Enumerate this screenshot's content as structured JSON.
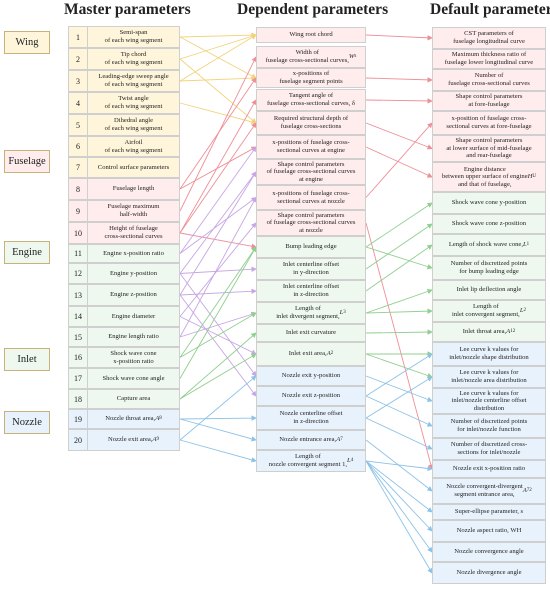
{
  "headers": {
    "master": "Master parameters",
    "dependent": "Dependent parameters",
    "default": "Default parameters"
  },
  "categories": [
    {
      "label": "Wing",
      "color": "#fff5da"
    },
    {
      "label": "Fuselage",
      "color": "#ffecec"
    },
    {
      "label": "Engine",
      "color": "#eef8ee"
    },
    {
      "label": "Inlet",
      "color": "#eef8ee"
    },
    {
      "label": "Nozzle",
      "color": "#e8f2fc"
    }
  ],
  "master_parameters": [
    {
      "num": "1",
      "label": "Semi-span\nof each wing segment"
    },
    {
      "num": "2",
      "label": "Tip chord\nof each wing segment"
    },
    {
      "num": "3",
      "label": "Leading-edge sweep angle\nof each wing segment"
    },
    {
      "num": "4",
      "label": "Twist angle\nof each wing segment"
    },
    {
      "num": "5",
      "label": "Dihedral angle\nof each wing segment"
    },
    {
      "num": "6",
      "label": "Airfoil\nof each wing segment"
    },
    {
      "num": "7",
      "label": "Control surface parameters"
    },
    {
      "num": "8",
      "label": "Fuselage length"
    },
    {
      "num": "9",
      "label": "Fuselage maximum\nhalf-width"
    },
    {
      "num": "10",
      "label": "Height of fuselage\ncross-sectional curves"
    },
    {
      "num": "11",
      "label": "Engine x-position ratio"
    },
    {
      "num": "12",
      "label": "Engine y-position"
    },
    {
      "num": "13",
      "label": "Engine z-position"
    },
    {
      "num": "14",
      "label": "Engine diameter"
    },
    {
      "num": "15",
      "label": "Engine length ratio"
    },
    {
      "num": "16",
      "label": "Shock wave cone\nx-position ratio"
    },
    {
      "num": "17",
      "label": "Shock wave cone angle"
    },
    {
      "num": "18",
      "label": "Capture area"
    },
    {
      "num": "19",
      "label": "Nozzle throat area, A8"
    },
    {
      "num": "20",
      "label": "Nozzle exit area, A9"
    }
  ],
  "dependent_parameters": [
    "Wing root chord",
    "Width of\nfuselage cross-sectional curves, Ws",
    "x-positions of\nfuselage segment points",
    "Tangent angle of\nfuselage cross-sectional curves, δ",
    "Required structural depth of\nfuselage cross-sections",
    "x-positions of fuselage cross-\nsectional curves at engine",
    "Shape control parameters\nof fuselage cross-sectional curves\nat engine",
    "x-positions of fuselage cross-\nsectional curves at nozzle",
    "Shape control parameters\nof fuselage cross-sectional curves\nat nozzle",
    "Bump leading edge",
    "Inlet centerline offset\nin y-direction",
    "Inlet centerline offset\nin z-direction",
    "Length of\ninlet divergent segment, L3",
    "Inlet exit curvature",
    "Inlet exit area, A2",
    "Nozzle exit y-position",
    "Nozzle exit z-position",
    "Nozzle centerline offset\nin z-direction",
    "Nozzle entrance area, A7",
    "Length of\nnozzle convergent segment 1, L4"
  ],
  "default_parameters": [
    "CST parameters of\nfuselage longitudinal curve",
    "Maximum thickness ratio of\nfuselage lower longitudinal curve",
    "Number of\nfuselage cross-sectional curves",
    "Shape control parameters\nat fore-fuselage",
    "x-position of fuselage cross-\nsectional curves at fore-fuselage",
    "Shape control parameters\nat lower surface of mid-fuselage\nand rear-fuselage",
    "Engine distance\nbetween upper surface of engine\nand that of fuselage, HU",
    "Shock wave cone y-position",
    "Shock wave cone z-position",
    "Length of shock wave cone, L1",
    "Number of discretized points\nfor bump leading edge",
    "Inlet lip deflection angle",
    "Length of\ninlet convergent segment, L2",
    "Inlet throat area, A12",
    "Lee curve k values for\ninlet/nozzle shape distribution",
    "Lee curve k values for\ninlet/nozzle area distribution",
    "Lee curve k values for\ninlet/nozzle centerline offset\ndistribution",
    "Number of discretized points\nfor inlet/nozzle function",
    "Number of discretized cross-\nsections for inlet/nozzle",
    "Nozzle exit x-position ratio",
    "Nozzle convergent-divergent\nsegment entrance area, A72",
    "Super-ellipse parameter, s",
    "Nozzle aspect ratio, WH",
    "Nozzle convergence angle",
    "Nozzle divergence angle"
  ],
  "colors": {
    "wing": "#fff5da",
    "fuselage": "#ffecec",
    "engine_inlet": "#eef8ee",
    "nozzle": "#e8f2fc",
    "link_wing": "#f2d27a",
    "link_fuselage": "#ee8f97",
    "link_engine": "#c6a6e4",
    "link_inlet": "#8fcf8f",
    "link_nozzle": "#8cc2e8"
  },
  "links": [
    {
      "from": "m1",
      "to": "d0",
      "group": "wing"
    },
    {
      "from": "m2",
      "to": "d0",
      "group": "wing"
    },
    {
      "from": "m3",
      "to": "d0",
      "group": "wing"
    },
    {
      "from": "m1",
      "to": "d2",
      "group": "wing"
    },
    {
      "from": "m3",
      "to": "d2",
      "group": "wing"
    },
    {
      "from": "m2",
      "to": "d4",
      "group": "wing"
    },
    {
      "from": "m4",
      "to": "d4",
      "group": "wing"
    },
    {
      "from": "m8",
      "to": "d2",
      "group": "fuselage"
    },
    {
      "from": "m8",
      "to": "d5",
      "group": "fuselage"
    },
    {
      "from": "m9",
      "to": "d1",
      "group": "fuselage"
    },
    {
      "from": "m10",
      "to": "d3",
      "group": "fuselage"
    },
    {
      "from": "m10",
      "to": "d4",
      "group": "fuselage"
    },
    {
      "from": "m10",
      "to": "d9",
      "group": "fuselage"
    },
    {
      "from": "m11",
      "to": "d5",
      "group": "engine"
    },
    {
      "from": "m11",
      "to": "d7",
      "group": "engine"
    },
    {
      "from": "m12",
      "to": "d6",
      "group": "engine"
    },
    {
      "from": "m12",
      "to": "d10",
      "group": "engine"
    },
    {
      "from": "m13",
      "to": "d6",
      "group": "engine"
    },
    {
      "from": "m13",
      "to": "d11",
      "group": "engine"
    },
    {
      "from": "m14",
      "to": "d8",
      "group": "engine"
    },
    {
      "from": "m14",
      "to": "d14",
      "group": "engine"
    },
    {
      "from": "m15",
      "to": "d7",
      "group": "engine"
    },
    {
      "from": "m15",
      "to": "d12",
      "group": "engine"
    },
    {
      "from": "m12",
      "to": "d15",
      "group": "engine"
    },
    {
      "from": "m13",
      "to": "d16",
      "group": "engine"
    },
    {
      "from": "m16",
      "to": "d9",
      "group": "inlet"
    },
    {
      "from": "m16",
      "to": "d12",
      "group": "inlet"
    },
    {
      "from": "m17",
      "to": "d9",
      "group": "inlet"
    },
    {
      "from": "m18",
      "to": "d13",
      "group": "inlet"
    },
    {
      "from": "m18",
      "to": "d14",
      "group": "inlet"
    },
    {
      "from": "m19",
      "to": "d17",
      "group": "nozzle"
    },
    {
      "from": "m19",
      "to": "d18",
      "group": "nozzle"
    },
    {
      "from": "m20",
      "to": "d19",
      "group": "nozzle"
    },
    {
      "from": "m20",
      "to": "d15",
      "group": "nozzle"
    },
    {
      "from": "d0",
      "to": "f0",
      "group": "fuselage"
    },
    {
      "from": "d2",
      "to": "f2",
      "group": "fuselage"
    },
    {
      "from": "d3",
      "to": "f3",
      "group": "fuselage"
    },
    {
      "from": "d4",
      "to": "f5",
      "group": "fuselage"
    },
    {
      "from": "d5",
      "to": "f6",
      "group": "fuselage"
    },
    {
      "from": "d7",
      "to": "f4",
      "group": "fuselage"
    },
    {
      "from": "d8",
      "to": "f19",
      "group": "fuselage"
    },
    {
      "from": "d9",
      "to": "f7",
      "group": "inlet"
    },
    {
      "from": "d9",
      "to": "f10",
      "group": "inlet"
    },
    {
      "from": "d10",
      "to": "f8",
      "group": "inlet"
    },
    {
      "from": "d11",
      "to": "f9",
      "group": "inlet"
    },
    {
      "from": "d12",
      "to": "f11",
      "group": "inlet"
    },
    {
      "from": "d12",
      "to": "f12",
      "group": "inlet"
    },
    {
      "from": "d13",
      "to": "f13",
      "group": "inlet"
    },
    {
      "from": "d14",
      "to": "f14",
      "group": "inlet"
    },
    {
      "from": "d14",
      "to": "f15",
      "group": "inlet"
    },
    {
      "from": "d15",
      "to": "f16",
      "group": "nozzle"
    },
    {
      "from": "d16",
      "to": "f17",
      "group": "nozzle"
    },
    {
      "from": "d17",
      "to": "f18",
      "group": "nozzle"
    },
    {
      "from": "d18",
      "to": "f20",
      "group": "nozzle"
    },
    {
      "from": "d19",
      "to": "f19",
      "group": "nozzle"
    },
    {
      "from": "d19",
      "to": "f21",
      "group": "nozzle"
    },
    {
      "from": "d19",
      "to": "f22",
      "group": "nozzle"
    },
    {
      "from": "d19",
      "to": "f23",
      "group": "nozzle"
    },
    {
      "from": "d19",
      "to": "f24",
      "group": "nozzle"
    },
    {
      "from": "d16",
      "to": "f14",
      "group": "nozzle"
    },
    {
      "from": "d17",
      "to": "f15",
      "group": "nozzle"
    }
  ]
}
